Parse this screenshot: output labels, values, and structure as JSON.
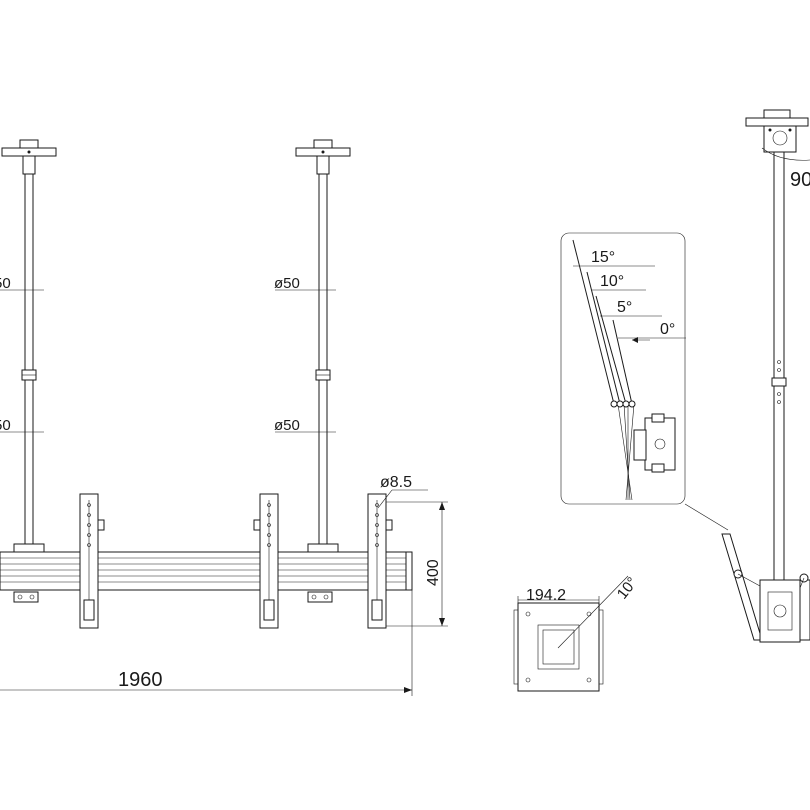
{
  "drawing": {
    "dimensions": {
      "pole_diameter_upper_left": "50",
      "pole_diameter_lower_left": "50",
      "pole_diameter_upper": "ø50",
      "pole_diameter_lower": "ø50",
      "hole_diameter": "ø8.5",
      "height": "400",
      "width": "1960",
      "plate_size": "194.2",
      "plate_angle": "10°",
      "swivel_angle": "90"
    },
    "tilt_angles": [
      "15°",
      "10°",
      "5°",
      "0°"
    ]
  }
}
